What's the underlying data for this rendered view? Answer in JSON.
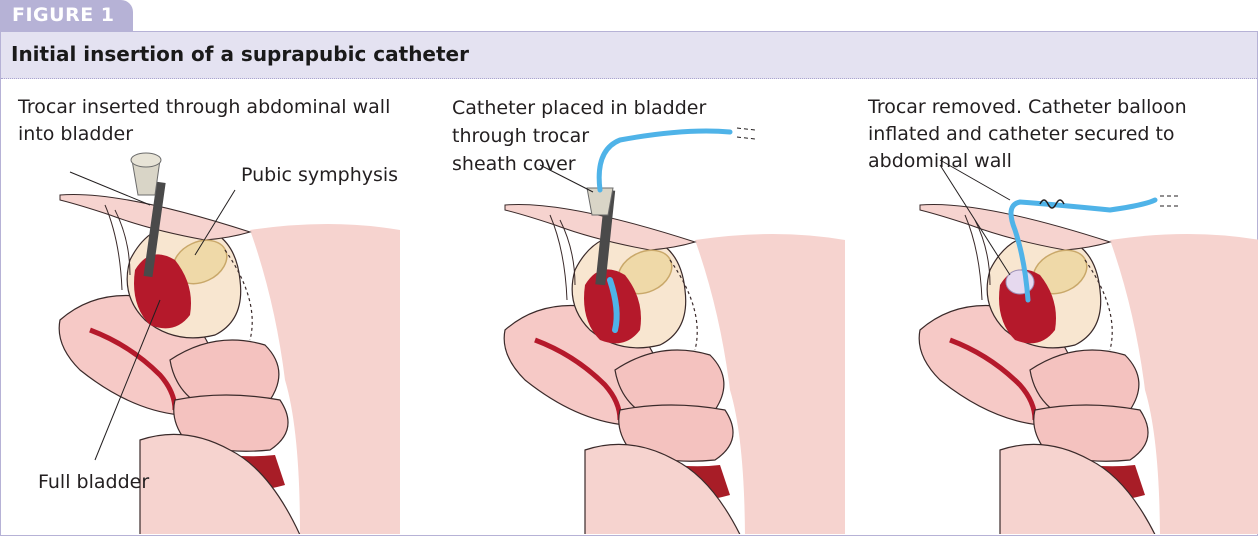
{
  "figure_tag": "FIGURE 1",
  "title": "Initial insertion of a suprapubic catheter",
  "panels": [
    {
      "caption_lines": [
        "Trocar inserted through abdominal wall",
        "into bladder"
      ],
      "callouts": {
        "pubic": "Pubic symphysis",
        "bladder": "Full bladder"
      }
    },
    {
      "caption_lines": [
        "Catheter placed in bladder",
        "through trocar",
        "sheath cover"
      ]
    },
    {
      "caption_lines": [
        "Trocar removed. Catheter balloon",
        "inflated and catheter secured to",
        "abdominal wall"
      ]
    }
  ],
  "colors": {
    "frame": "#b6b2d6",
    "header_band": "#e4e2f1",
    "skin": "#f6d3cf",
    "bladder": "#b5192b",
    "bone": "#efd9a8",
    "catheter": "#4fb3e8"
  }
}
